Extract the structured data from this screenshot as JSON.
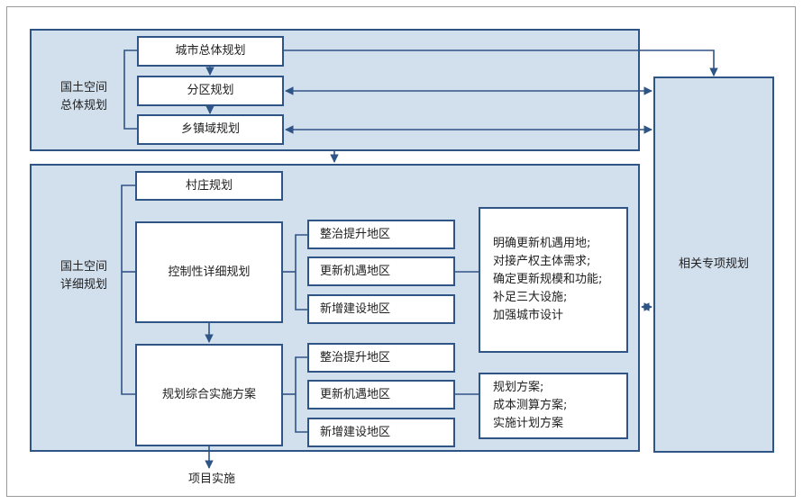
{
  "diagram": {
    "groups": {
      "master_label": "国土空间\n总体规划",
      "detail_label": "国土空间\n详细规划"
    },
    "master": {
      "city": "城市总体规划",
      "district": "分区规划",
      "township": "乡镇域规划"
    },
    "detail": {
      "village": "村庄规划",
      "regulatory": "控制性详细规划",
      "implementation": "规划综合实施方案"
    },
    "regulatory_areas": [
      "整治提升地区",
      "更新机遇地区",
      "新增建设地区"
    ],
    "implementation_areas": [
      "整治提升地区",
      "更新机遇地区",
      "新增建设地区"
    ],
    "regulatory_notes": [
      "明确更新机遇用地;",
      "对接产权主体需求;",
      "确定更新规模和功能;",
      "补足三大设施;",
      "加强城市设计"
    ],
    "implementation_notes": [
      "规划方案;",
      "成本测算方案;",
      "实施计划方案"
    ],
    "special_plans": "相关专项规划",
    "output": "项目实施"
  }
}
